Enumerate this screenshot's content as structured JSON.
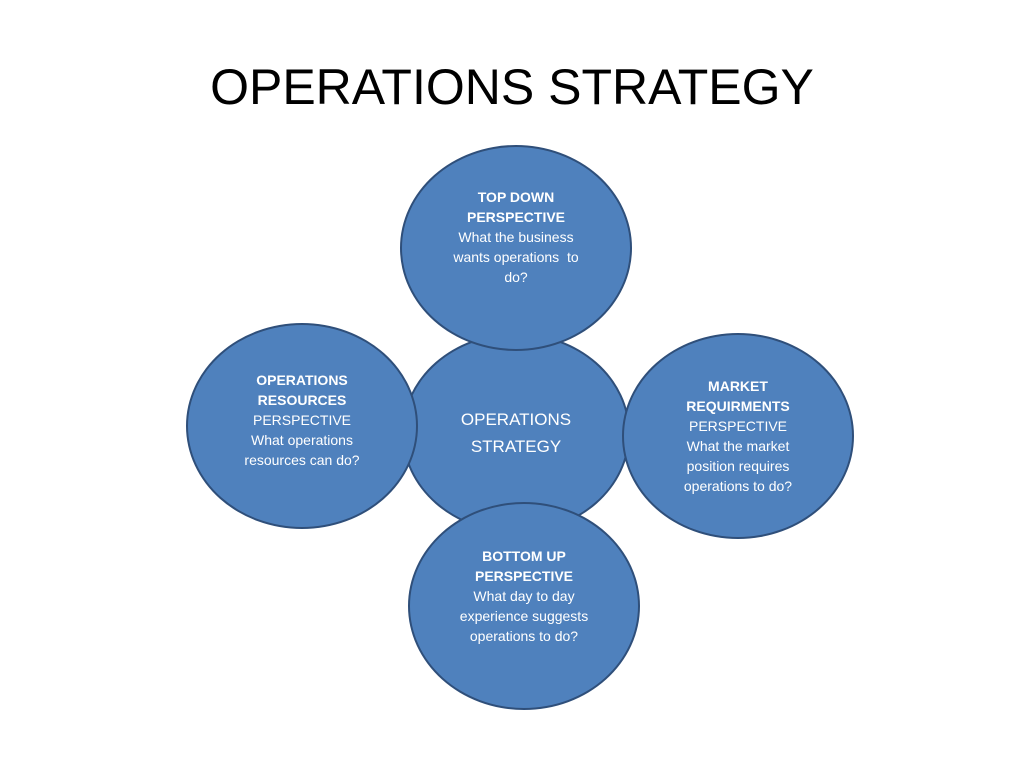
{
  "title": "OPERATIONS STRATEGY",
  "colors": {
    "bubble_fill": "#4f81bd",
    "bubble_border": "#2f4f7a",
    "text": "#ffffff"
  },
  "center": {
    "line1": "OPERATIONS",
    "line2": "STRATEGY"
  },
  "top": {
    "head1": "TOP DOWN",
    "head2": "PERSPECTIVE",
    "body1": "What the business",
    "body2": "wants operations  to",
    "body3": "do?"
  },
  "left": {
    "head1": "OPERATIONS",
    "head2": "RESOURCES",
    "body1": "PERSPECTIVE",
    "body2": "What operations",
    "body3": "resources can do?"
  },
  "right": {
    "head1": "MARKET",
    "head2": "REQUIRMENTS",
    "body1": "PERSPECTIVE",
    "body2": "What the market",
    "body3": "position requires",
    "body4": "operations to do?"
  },
  "bottom": {
    "head1": "BOTTOM UP",
    "head2": "PERSPECTIVE",
    "body1": "What day to day",
    "body2": "experience suggests",
    "body3": "operations to do?"
  }
}
